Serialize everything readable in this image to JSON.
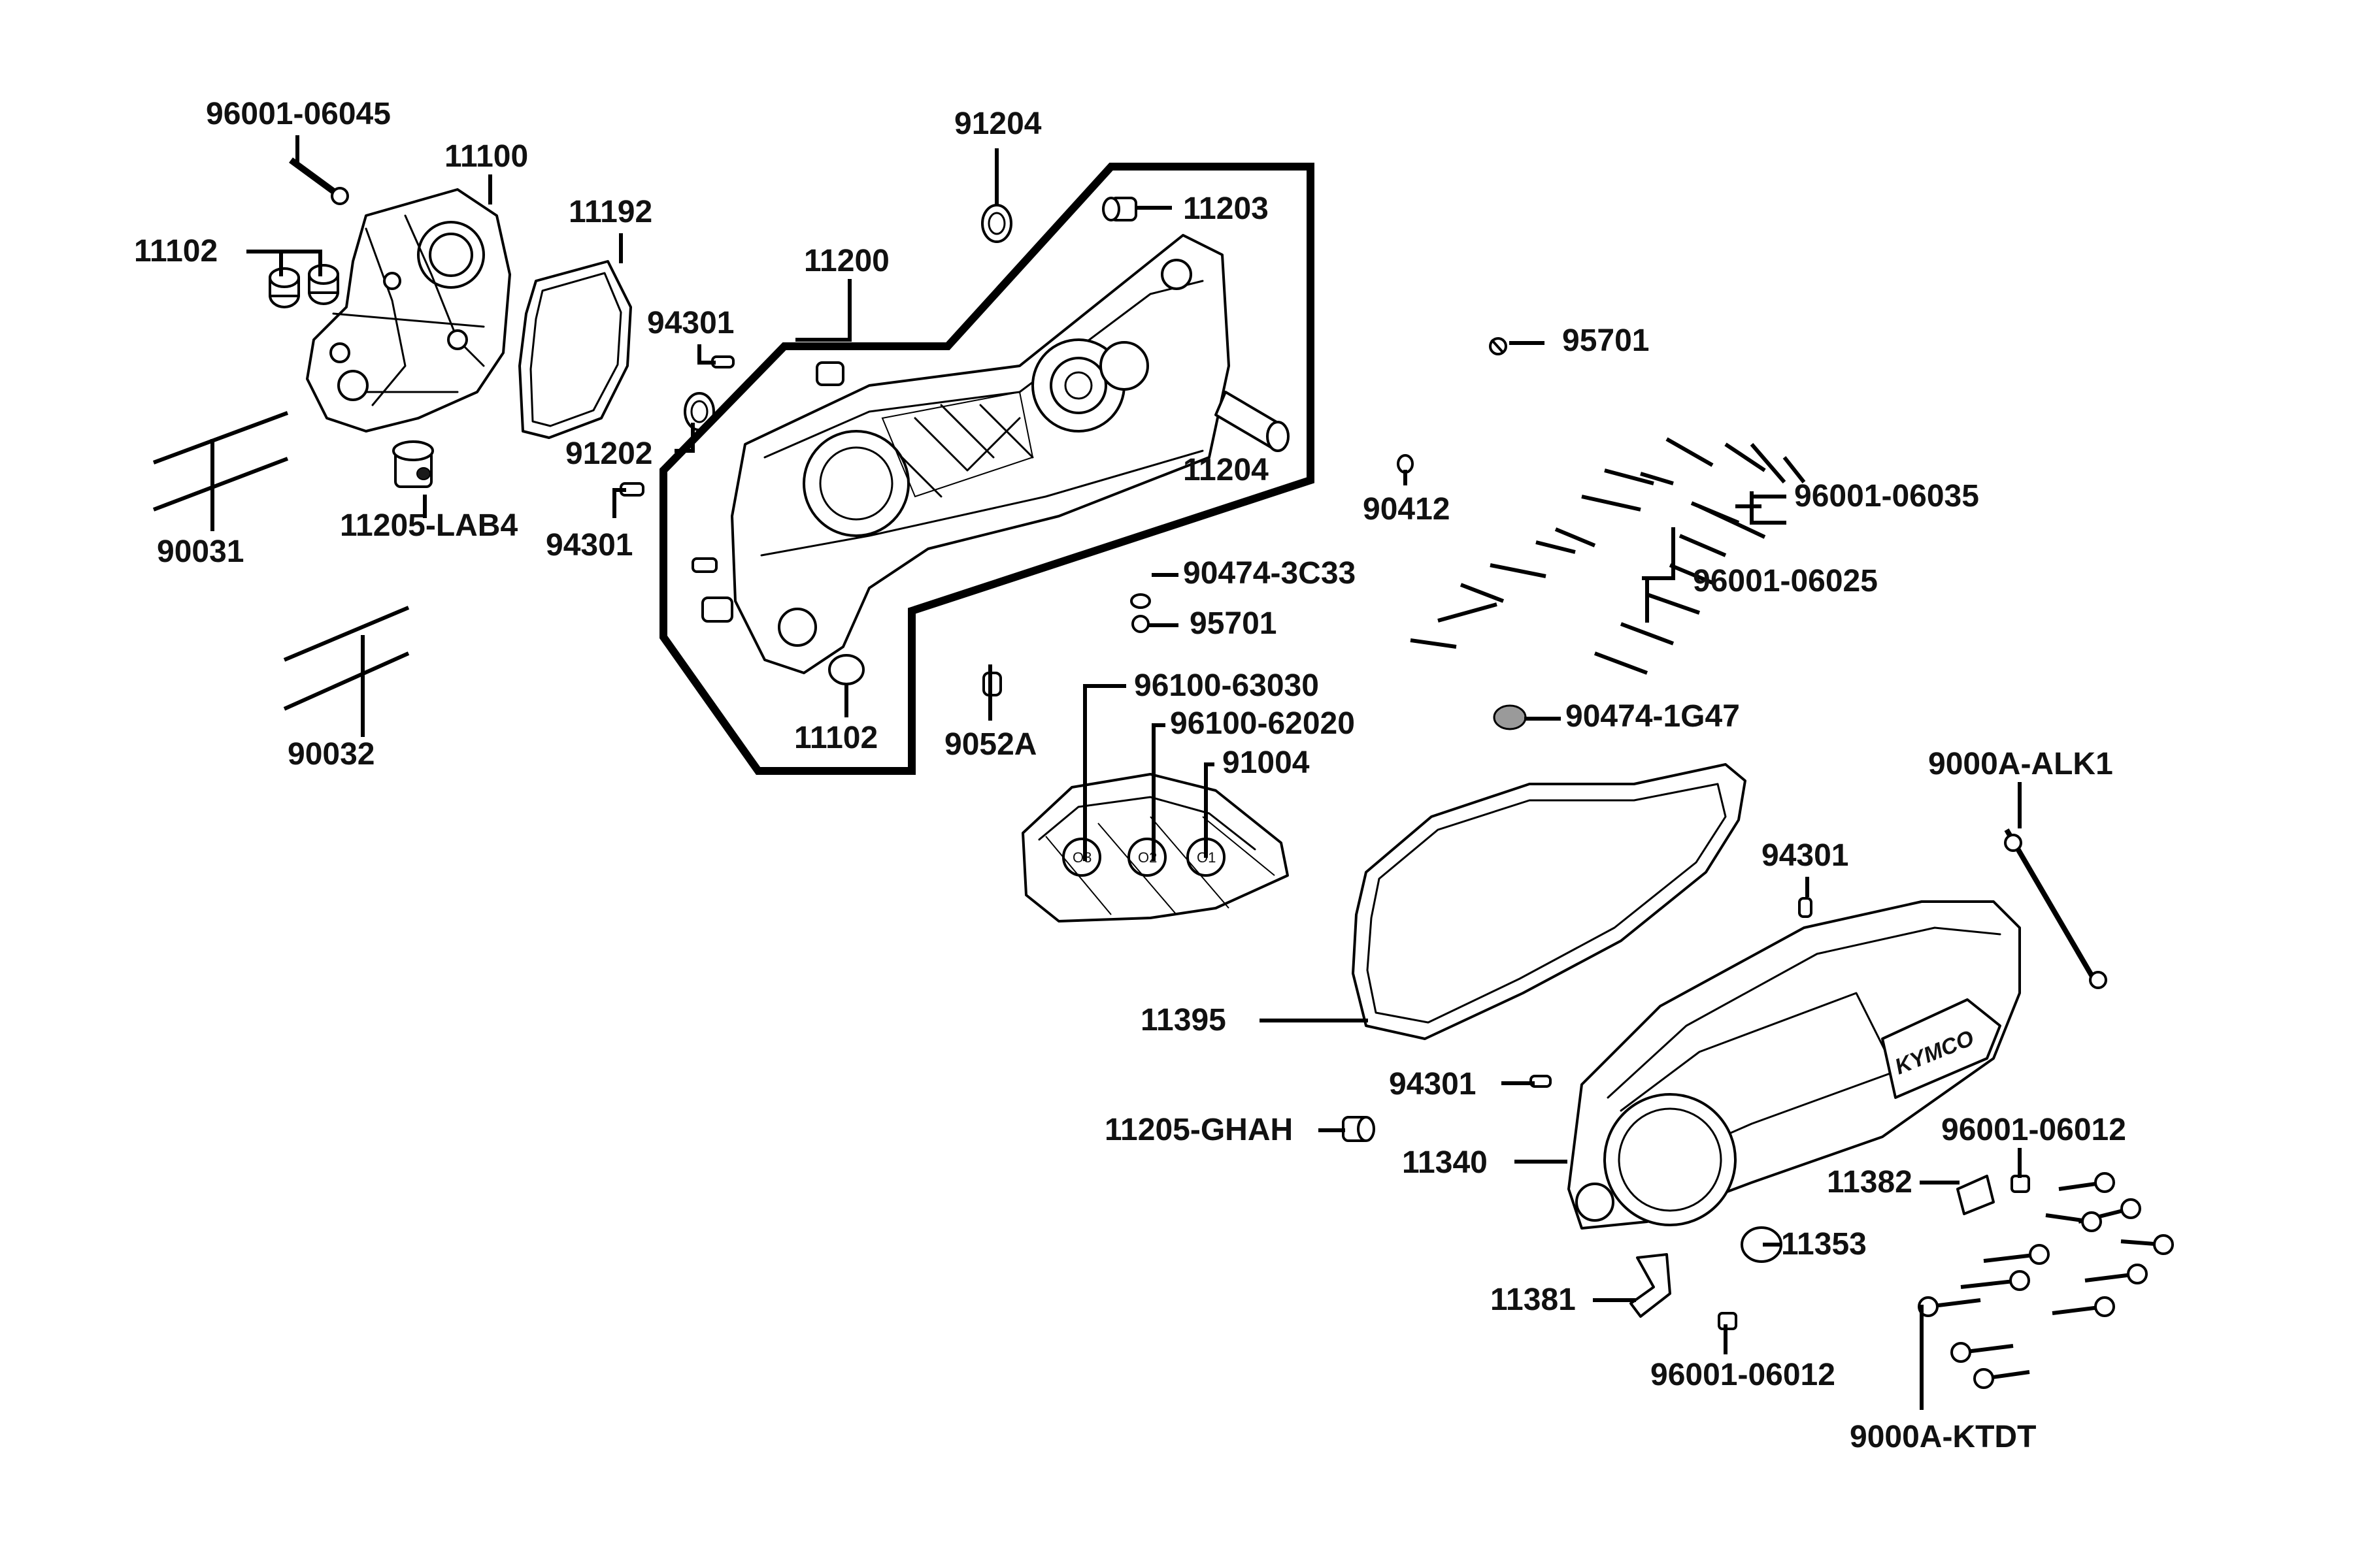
{
  "labels": {
    "p96001_06045": "96001-06045",
    "p11100": "11100",
    "p11192": "11192",
    "p11102_top": "11102",
    "p94301_a": "94301",
    "p91202": "91202",
    "p94301_b": "94301",
    "p11205_lab4": "11205-LAB4",
    "p90031": "90031",
    "p90032": "90032",
    "p91204": "91204",
    "p11203": "11203",
    "p11200": "11200",
    "p11204": "11204",
    "p11102_bottom": "11102",
    "p95701_top": "95701",
    "p90412": "90412",
    "p96001_06035": "96001-06035",
    "p96001_06025": "96001-06025",
    "p90474_3c33": "90474-3C33",
    "p95701_mid": "95701",
    "p96100_63030": "96100-63030",
    "p96100_62020": "96100-62020",
    "p91004": "91004",
    "p9052a": "9052A",
    "p90474_1g47": "90474-1G47",
    "p9000a_alk1": "9000A-ALK1",
    "p94301_c": "94301",
    "p11395": "11395",
    "p94301_d": "94301",
    "p11205_ghah": "11205-GHAH",
    "p11340": "11340",
    "p96001_06012_right": "96001-06012",
    "p11382": "11382",
    "p11353": "11353",
    "p11381": "11381",
    "p96001_06012_bottom": "96001-06012",
    "p9000a_ktdt": "9000A-KTDT"
  },
  "cover_logo": "KYMCO",
  "plate_marks": [
    "O3",
    "O2",
    "O1"
  ]
}
